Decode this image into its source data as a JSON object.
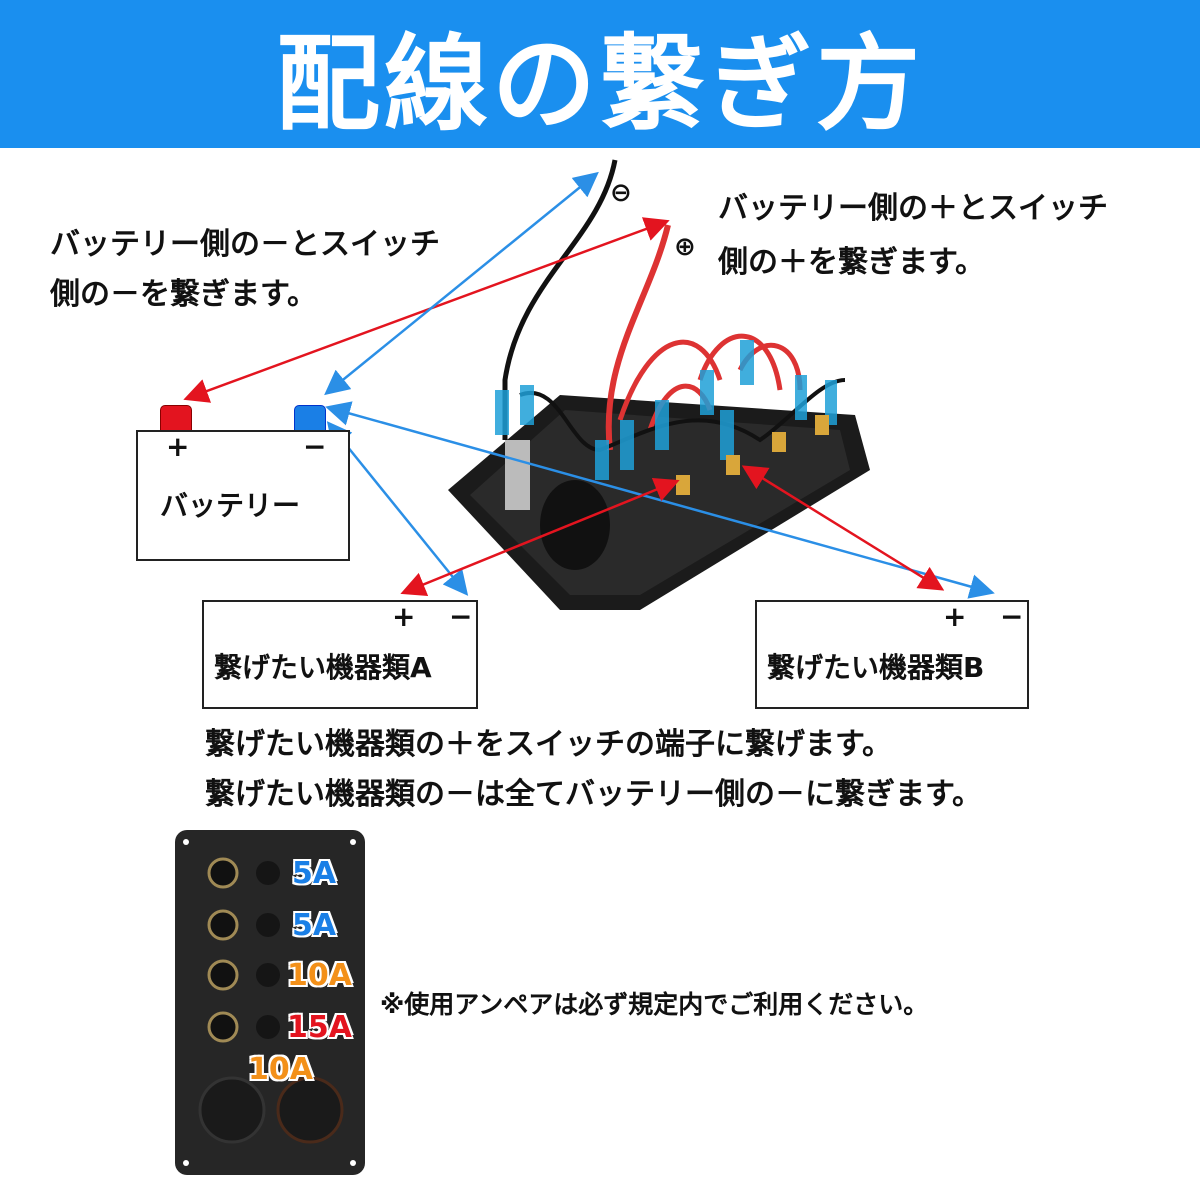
{
  "title": "配線の繋ぎ方",
  "left_note": [
    "バッテリー側の－とスイッチ",
    "側の－を繋ぎます。"
  ],
  "right_note": [
    "バッテリー側の＋とスイッチ",
    "側の＋を繋ぎます。"
  ],
  "wire_symbols": {
    "minus": "⊖",
    "plus": "⊕"
  },
  "battery": {
    "label": "バッテリー",
    "plus": "+",
    "minus": "−"
  },
  "device_a": {
    "label": "繋げたい機器類A",
    "plus": "+",
    "minus": "−"
  },
  "device_b": {
    "label": "繋げたい機器類B",
    "plus": "+",
    "minus": "−"
  },
  "instructions": [
    "繋げたい機器類の＋をスイッチの端子に繋げます。",
    "繋げたい機器類の－は全てバッテリー側の－に繋ぎます。"
  ],
  "fuse_ratings": [
    {
      "text": "5A",
      "color": "#1a7fe6"
    },
    {
      "text": "5A",
      "color": "#1a7fe6"
    },
    {
      "text": "10A",
      "color": "#f39019"
    },
    {
      "text": "15A",
      "color": "#e3141f"
    },
    {
      "text": "10A",
      "color": "#f39019"
    }
  ],
  "amp_note": "※使用アンペアは必ず規定内でご利用ください。",
  "colors": {
    "header": "#1a8fef",
    "red_arrow": "#e3141f",
    "blue_arrow": "#2b8fe6"
  }
}
